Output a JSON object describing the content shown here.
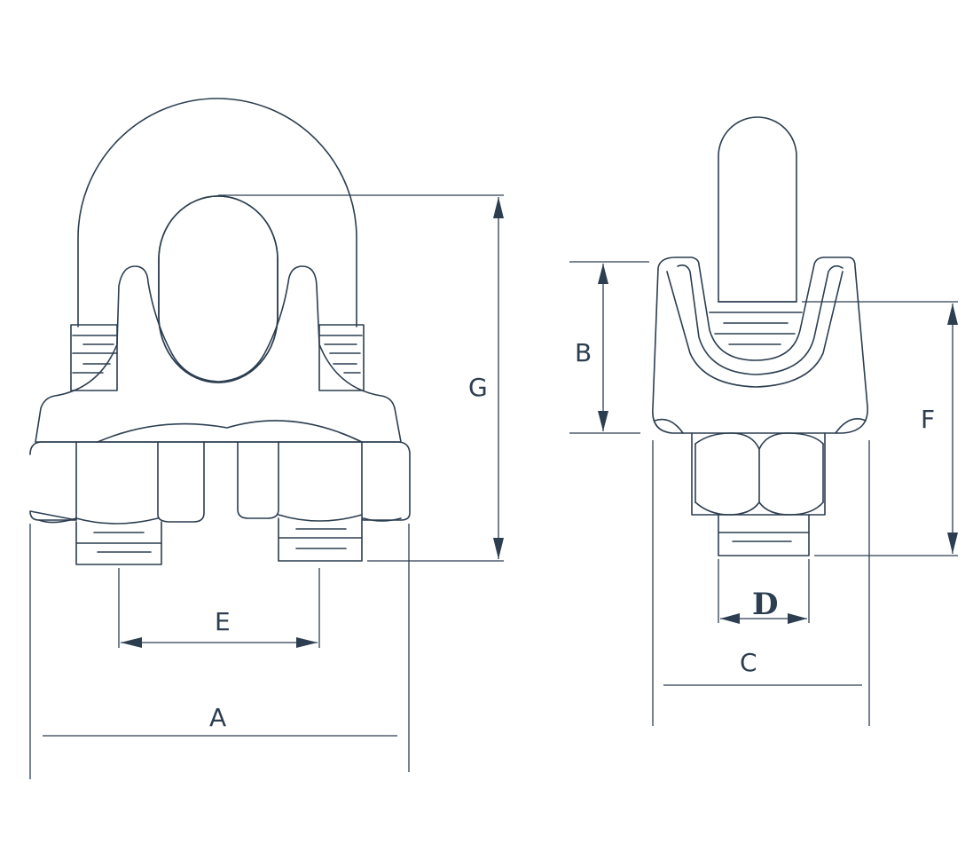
{
  "dimension_labels": {
    "A": "A",
    "B": "B",
    "C": "C",
    "D": "D",
    "E": "E",
    "F": "F",
    "G": "G"
  },
  "colors": {
    "line": "#2c3e50",
    "background": "#ffffff"
  }
}
